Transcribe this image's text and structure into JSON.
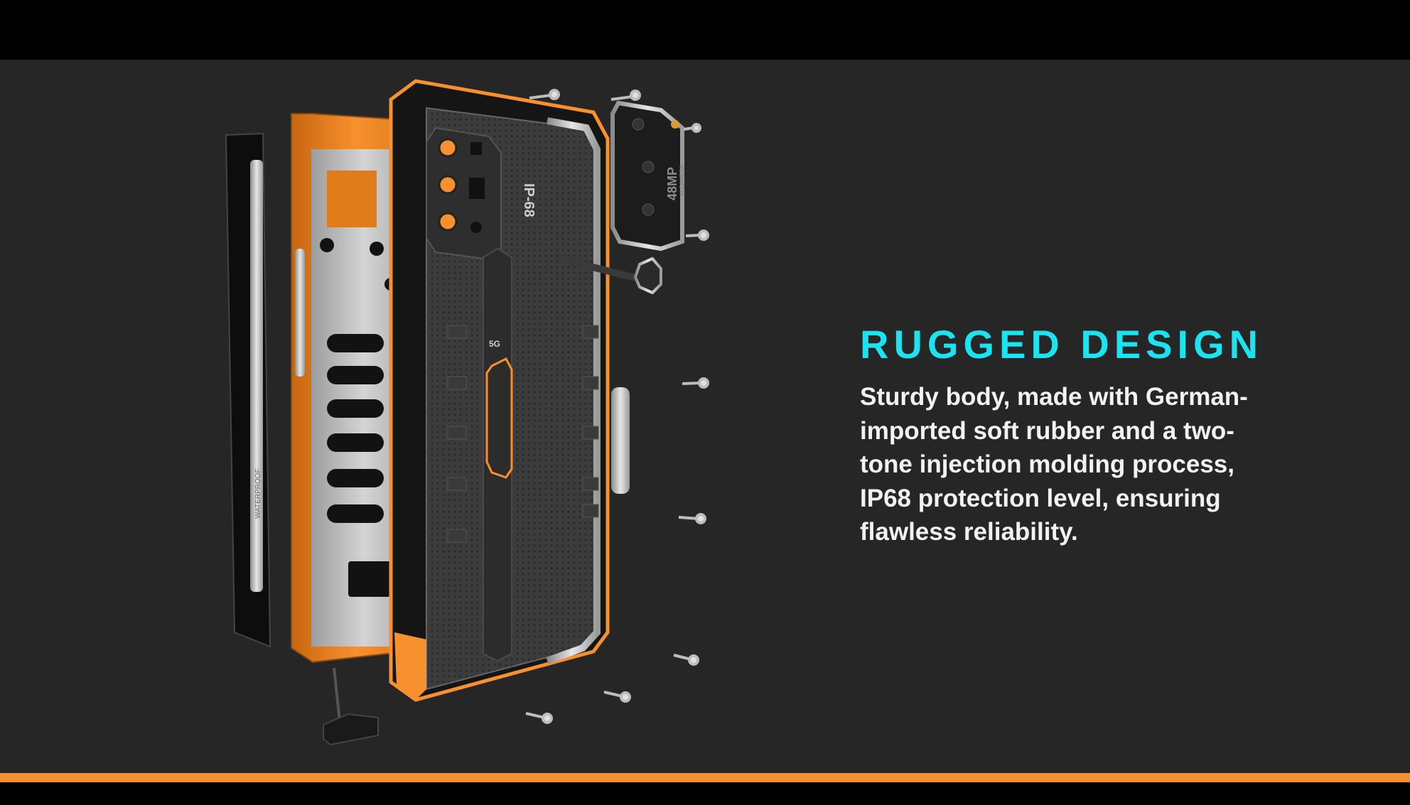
{
  "feature": {
    "title": "RUGGED DESIGN",
    "description_lines": [
      "Sturdy body, made with German-",
      "imported soft rubber and a two-",
      "tone injection molding process,",
      "IP68 protection level, ensuring",
      "flawless reliability."
    ]
  },
  "product_illustration": {
    "labels": {
      "ip_rating": "IP-68",
      "camera": "48MP",
      "camera_sub": "AI CAMERA",
      "network": "5G",
      "side_label": "WATERPROOF"
    }
  },
  "colors": {
    "accent_orange": "#f7902e",
    "headline_cyan": "#1ce3f0",
    "background": "#262626",
    "text": "#f2f2f2"
  }
}
